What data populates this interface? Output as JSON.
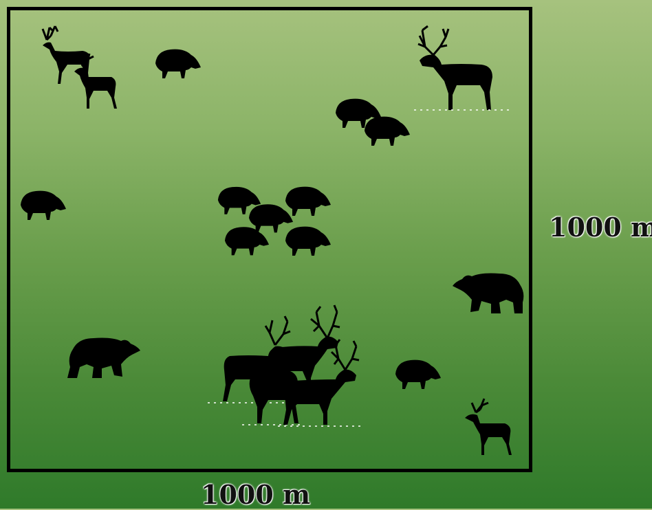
{
  "diagram": {
    "width_label": "1000 m",
    "height_label": "1000 m",
    "colors": {
      "background_top": "#a6c27e",
      "background_bottom": "#2f7a2a",
      "border": "#000000",
      "silhouette": "#000000"
    },
    "animals": [
      {
        "kind": "deer",
        "icon": "fallow-deer-icon"
      },
      {
        "kind": "deer",
        "icon": "fallow-deer-icon"
      },
      {
        "kind": "boar",
        "icon": "boar-icon"
      },
      {
        "kind": "deer",
        "icon": "red-deer-icon"
      },
      {
        "kind": "boar",
        "icon": "boar-icon"
      },
      {
        "kind": "boar",
        "icon": "boar-icon"
      },
      {
        "kind": "boar",
        "icon": "boar-icon"
      },
      {
        "kind": "boar",
        "icon": "boar-icon"
      },
      {
        "kind": "boar",
        "icon": "boar-icon"
      },
      {
        "kind": "boar",
        "icon": "boar-icon"
      },
      {
        "kind": "boar",
        "icon": "boar-icon"
      },
      {
        "kind": "boar",
        "icon": "boar-icon"
      },
      {
        "kind": "bear",
        "icon": "bear-icon"
      },
      {
        "kind": "bear",
        "icon": "bear-icon"
      },
      {
        "kind": "deer",
        "icon": "red-deer-icon"
      },
      {
        "kind": "deer",
        "icon": "red-deer-icon"
      },
      {
        "kind": "deer",
        "icon": "red-deer-icon"
      },
      {
        "kind": "deer",
        "icon": "red-deer-icon"
      },
      {
        "kind": "boar",
        "icon": "boar-icon"
      },
      {
        "kind": "deer",
        "icon": "fallow-deer-icon"
      }
    ]
  }
}
